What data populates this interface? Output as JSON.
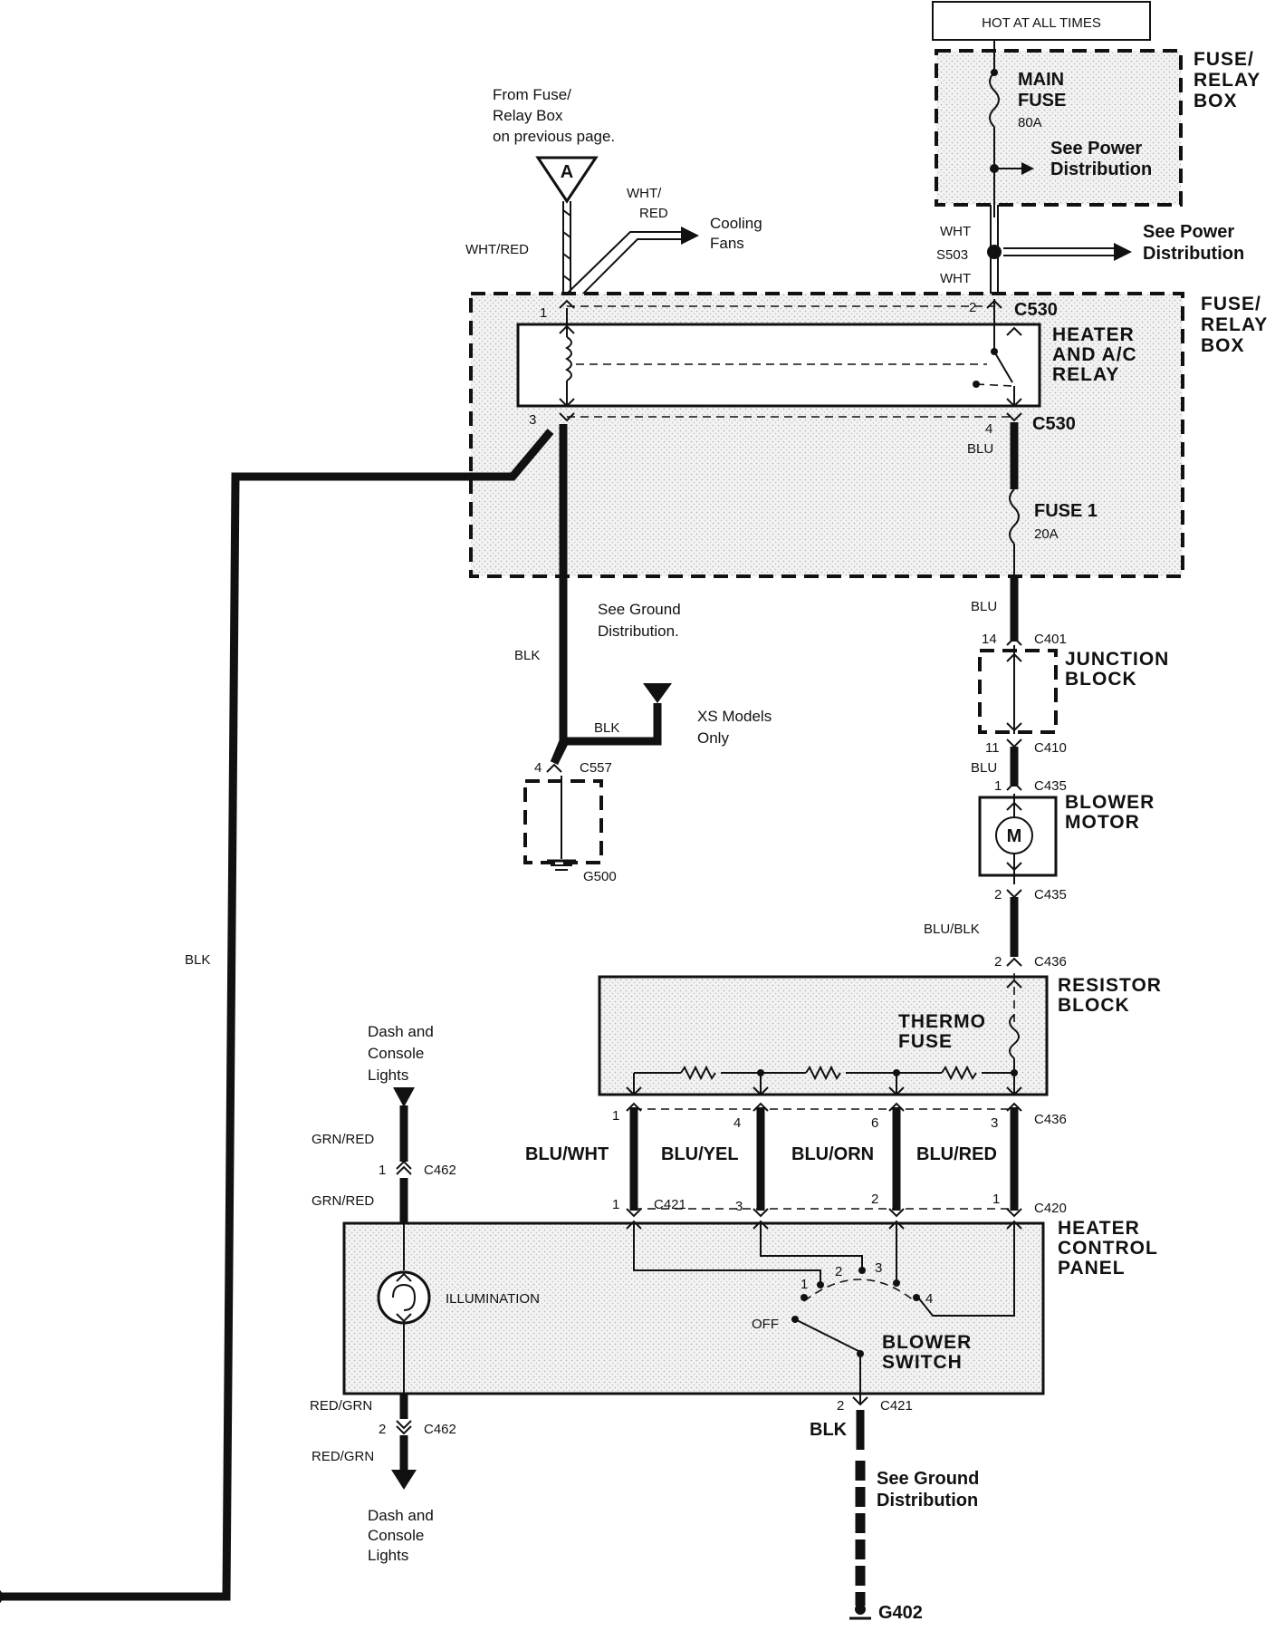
{
  "power": {
    "hot_label": "HOT AT ALL TIMES",
    "main_fuse_l1": "MAIN",
    "main_fuse_l2": "FUSE",
    "main_fuse_rating": "80A",
    "see_power_l1": "See Power",
    "see_power_l2": "Distribution",
    "box_l1": "FUSE/",
    "box_l2": "RELAY",
    "box_l3": "BOX"
  },
  "splice": {
    "wire_top": "WHT",
    "id": "S503",
    "wire_bottom": "WHT",
    "see_power_l1": "See Power",
    "see_power_l2": "Distribution"
  },
  "source": {
    "from_l1": "From Fuse/",
    "from_l2": "Relay Box",
    "from_l3": "on previous page.",
    "ref": "A",
    "wire_left": "WHT/RED",
    "wire_branch_l1": "WHT/",
    "wire_branch_l2": "RED",
    "cooling_l1": "Cooling",
    "cooling_l2": "Fans"
  },
  "relay_box": {
    "box_l1": "FUSE/",
    "box_l2": "RELAY",
    "box_l3": "BOX",
    "relay_l1": "HEATER",
    "relay_l2": "AND A/C",
    "relay_l3": "RELAY",
    "pin1": "1",
    "pin2": "2",
    "pin3": "3",
    "pin4": "4",
    "connector_top": "C530",
    "connector_bottom": "C530",
    "wire_blu": "BLU",
    "fuse_l1": "FUSE 1",
    "fuse_rating": "20A"
  },
  "ground_left": {
    "see_l1": "See Ground",
    "see_l2": "Distribution.",
    "wire_main": "BLK",
    "wire_xs": "BLK",
    "xs_l1": "XS Models",
    "xs_l2": "Only",
    "pin": "4",
    "connector": "C557",
    "ground": "G500",
    "wire_long": "BLK"
  },
  "junction": {
    "wire_in": "BLU",
    "pin_in": "14",
    "conn_in": "C401",
    "label_l1": "JUNCTION",
    "label_l2": "BLOCK",
    "pin_out": "11",
    "conn_out": "C410",
    "wire_out": "BLU"
  },
  "blower": {
    "pin1": "1",
    "conn1": "C435",
    "label_l1": "BLOWER",
    "label_l2": "MOTOR",
    "motor_symbol": "M",
    "pin2": "2",
    "conn2": "C435",
    "wire": "BLU/BLK",
    "pin_res": "2",
    "conn_res": "C436"
  },
  "resistor": {
    "label_l1": "RESISTOR",
    "label_l2": "BLOCK",
    "thermo_l1": "THERMO",
    "thermo_l2": "FUSE",
    "pins": [
      "1",
      "4",
      "6",
      "3"
    ],
    "connector": "C436",
    "wires": [
      "BLU/WHT",
      "BLU/YEL",
      "BLU/ORN",
      "BLU/RED"
    ],
    "bottom_pins": [
      "1",
      "3",
      "2",
      "1"
    ],
    "conn_c421": "C421",
    "conn_c420": "C420"
  },
  "control_panel": {
    "label_l1": "HEATER",
    "label_l2": "CONTROL",
    "label_l3": "PANEL",
    "illumination": "ILLUMINATION",
    "switch_l1": "BLOWER",
    "switch_l2": "SWITCH",
    "off": "OFF",
    "positions": [
      "1",
      "2",
      "3",
      "4"
    ],
    "out_pin": "2",
    "out_conn": "C421",
    "out_wire": "BLK",
    "see_l1": "See Ground",
    "see_l2": "Distribution",
    "ground": "G402"
  },
  "lights": {
    "top_l1": "Dash and",
    "top_l2": "Console",
    "top_l3": "Lights",
    "wire_top1": "GRN/RED",
    "pin_top": "1",
    "conn_top": "C462",
    "wire_top2": "GRN/RED",
    "wire_bot1": "RED/GRN",
    "pin_bot": "2",
    "conn_bot": "C462",
    "wire_bot2": "RED/GRN",
    "bot_l1": "Dash and",
    "bot_l2": "Console",
    "bot_l3": "Lights"
  }
}
